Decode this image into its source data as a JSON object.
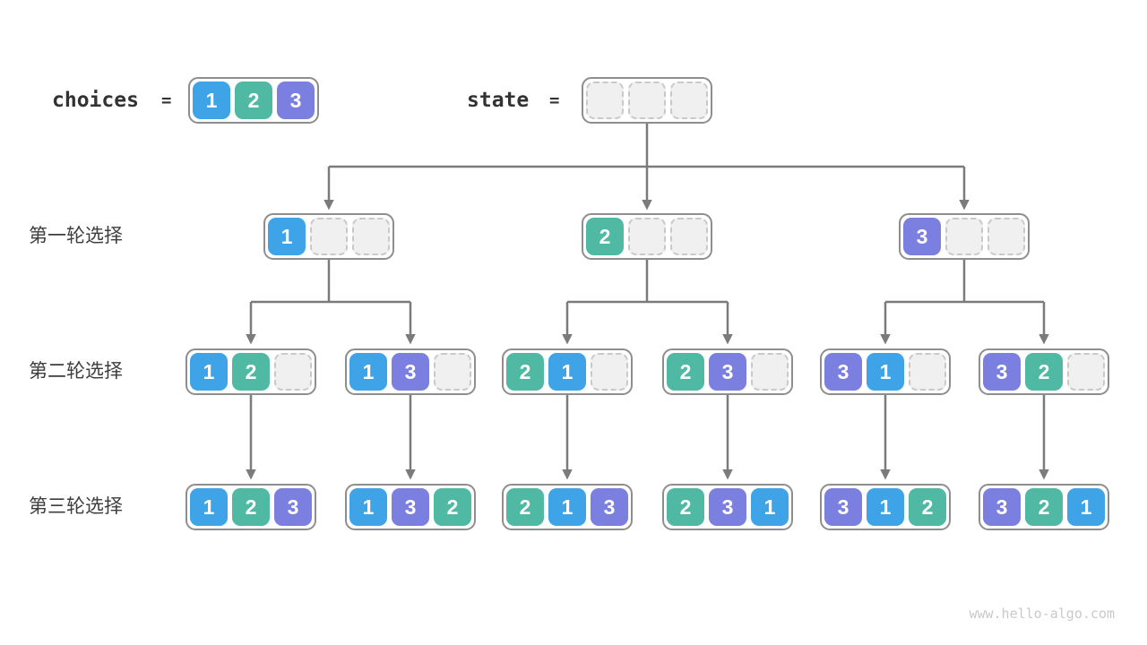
{
  "header": {
    "choices_label": "choices",
    "state_label": "state",
    "equals": "=",
    "choices_values": [
      1,
      2,
      3
    ],
    "state_slots": 3
  },
  "rows": [
    {
      "label": "第一轮选择",
      "states": [
        [
          1,
          null,
          null
        ],
        [
          2,
          null,
          null
        ],
        [
          3,
          null,
          null
        ]
      ]
    },
    {
      "label": "第二轮选择",
      "states": [
        [
          1,
          2,
          null
        ],
        [
          1,
          3,
          null
        ],
        [
          2,
          1,
          null
        ],
        [
          2,
          3,
          null
        ],
        [
          3,
          1,
          null
        ],
        [
          3,
          2,
          null
        ]
      ]
    },
    {
      "label": "第三轮选择",
      "states": [
        [
          1,
          2,
          3
        ],
        [
          1,
          3,
          2
        ],
        [
          2,
          1,
          3
        ],
        [
          2,
          3,
          1
        ],
        [
          3,
          1,
          2
        ],
        [
          3,
          2,
          1
        ]
      ]
    }
  ],
  "colors": {
    "1": "#3FA3E8",
    "2": "#4FB9A3",
    "3": "#7A7FE0",
    "arrow": "#7B7B7B",
    "box_border": "#8E8E8E",
    "empty_fill": "#F0F0F0",
    "empty_border": "#C9C9C9"
  },
  "watermark": "www.hello-algo.com"
}
